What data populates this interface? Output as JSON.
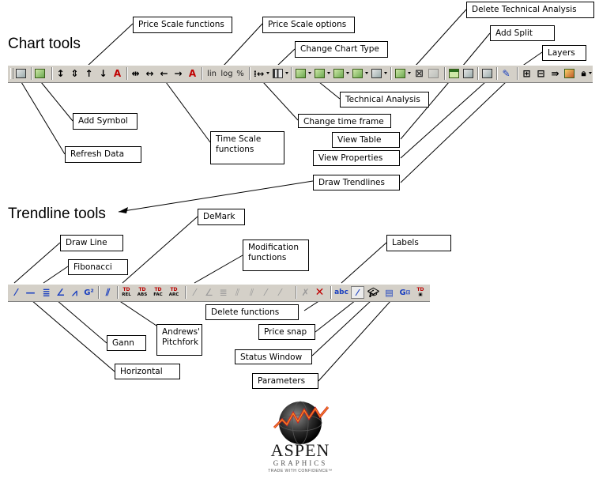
{
  "headings": {
    "chart_tools": "Chart tools",
    "trendline_tools": "Trendline tools"
  },
  "callouts": {
    "price_scale_functions": "Price Scale functions",
    "price_scale_options": "Price Scale options",
    "delete_technical_analysis": "Delete Technical Analysis",
    "add_split": "Add Split",
    "layers": "Layers",
    "change_chart_type": "Change Chart Type",
    "technical_analysis": "Technical Analysis",
    "change_time_frame": "Change time frame",
    "view_table": "View Table",
    "view_properties": "View Properties",
    "draw_trendlines": "Draw Trendlines",
    "add_symbol": "Add Symbol",
    "refresh_data": "Refresh Data",
    "time_scale_functions": "Time Scale functions",
    "demark": "DeMark",
    "draw_line": "Draw Line",
    "fibonacci": "Fibonacci",
    "modification_functions": "Modification functions",
    "labels": "Labels",
    "delete_functions": "Delete functions",
    "andrews_pitchfork": "Andrews' Pitchfork",
    "gann": "Gann",
    "price_snap": "Price snap",
    "status_window": "Status Window",
    "horizontal": "Horizontal",
    "parameters": "Parameters"
  },
  "toolbar1": {
    "arrows": [
      "↕",
      "⇕",
      "↑",
      "↓",
      "A"
    ],
    "time": [
      "⇹",
      "↔",
      "←",
      "→",
      "A"
    ],
    "lin": "lin",
    "log": "log",
    "pct": "%"
  },
  "toolbar2": {
    "td": [
      {
        "top": "TD",
        "sub": "REL"
      },
      {
        "top": "TD",
        "sub": "ABS"
      },
      {
        "top": "TD",
        "sub": "FAC"
      },
      {
        "top": "TD",
        "sub": "ARC"
      }
    ],
    "gann_glyph": "G²",
    "abc": "abc",
    "td_last": {
      "top": "TD",
      "sub": "▣"
    }
  },
  "logo": {
    "name": "ASPEN",
    "sub": "GRAPHICS",
    "tagline": "TRADE WITH CONFIDENCE™"
  },
  "colors": {
    "toolbar": "#d4d0c8",
    "accent_red": "#c00000",
    "accent_blue": "#1a3fbf"
  }
}
